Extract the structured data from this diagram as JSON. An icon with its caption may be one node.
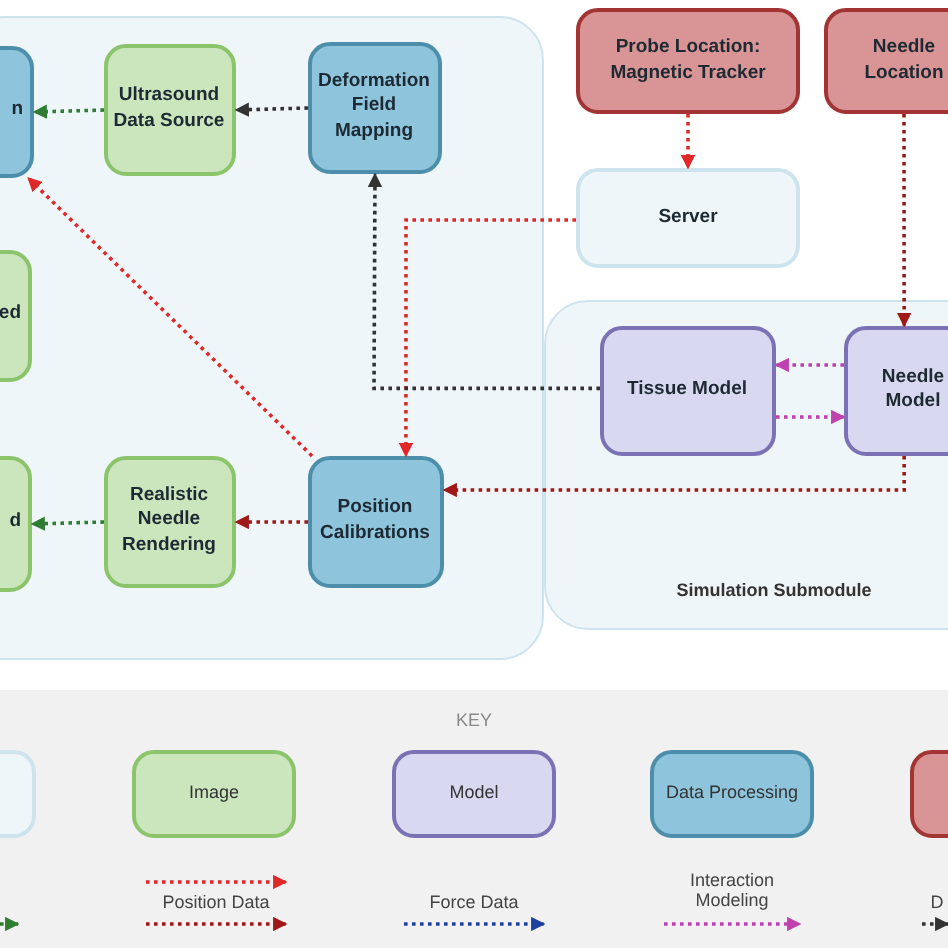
{
  "diagram": {
    "nodes": [
      {
        "text": [],
        "shape": "box"
      },
      {
        "text": [
          "n"
        ],
        "in": 0
      },
      {
        "text": [
          "Ultrasound Data Source"
        ],
        "in": 0
      },
      {
        "text": [
          "Deformation Field Mapping"
        ],
        "in": 0
      },
      {
        "text": [
          "ed"
        ],
        "in": 0
      },
      {
        "text": [
          "d"
        ],
        "in": 0
      },
      {
        "text": [
          "Realistic Needle Rendering"
        ],
        "in": 0
      },
      {
        "text": [
          "Position Calibrations"
        ],
        "in": 0
      },
      {
        "text": [
          "Probe Location: Magnetic Tracker"
        ]
      },
      {
        "text": [
          "Needle Location"
        ]
      },
      {
        "text": [
          "Server"
        ]
      },
      {
        "text": [
          "Simulation Submodule"
        ]
      },
      {
        "text": [
          "Tissue Model"
        ],
        "in": 11
      },
      {
        "text": [
          "Needle Model"
        ],
        "in": 11
      }
    ],
    "edges": [
      {
        "from": 2,
        "to": 1,
        "arrow": "to",
        "color": "#2e7d32"
      },
      {
        "from": 3,
        "to": 2,
        "arrow": "to",
        "color": "#333333"
      },
      {
        "from": 7,
        "to": 1,
        "arrow": "to",
        "color": "#e02828"
      },
      {
        "from": 8,
        "to": 10,
        "arrow": "to",
        "color": "#e02828"
      },
      {
        "from": 10,
        "to": 7,
        "arrow": "to",
        "color": "#e02828"
      },
      {
        "from": 12,
        "to": 3,
        "arrow": "to",
        "color": "#333333"
      },
      {
        "from": 13,
        "to": 12,
        "arrow": "to",
        "color": "#c040b0"
      },
      {
        "from": 12,
        "to": 13,
        "arrow": "to",
        "color": "#c040b0"
      },
      {
        "from": 9,
        "to": 13,
        "arrow": "to",
        "color": "#a01818"
      },
      {
        "from": 13,
        "to": 7,
        "arrow": "to",
        "color": "#a01818"
      },
      {
        "from": 7,
        "to": 6,
        "arrow": "to",
        "color": "#a01818"
      },
      {
        "from": 6,
        "to": 5,
        "arrow": "to",
        "color": "#2e7d32"
      }
    ],
    "labels": [
      "KEY",
      "D"
    ],
    "legend": [
      {
        "text": "Image",
        "color": "#cbe6bd"
      },
      {
        "text": "Model",
        "color": "#d9d8f1"
      },
      {
        "text": "Data Processing",
        "color": "#8ec5dc"
      },
      {
        "text": "Position Data"
      },
      {
        "text": "Force Data"
      },
      {
        "text": "Interaction Modeling"
      }
    ]
  }
}
